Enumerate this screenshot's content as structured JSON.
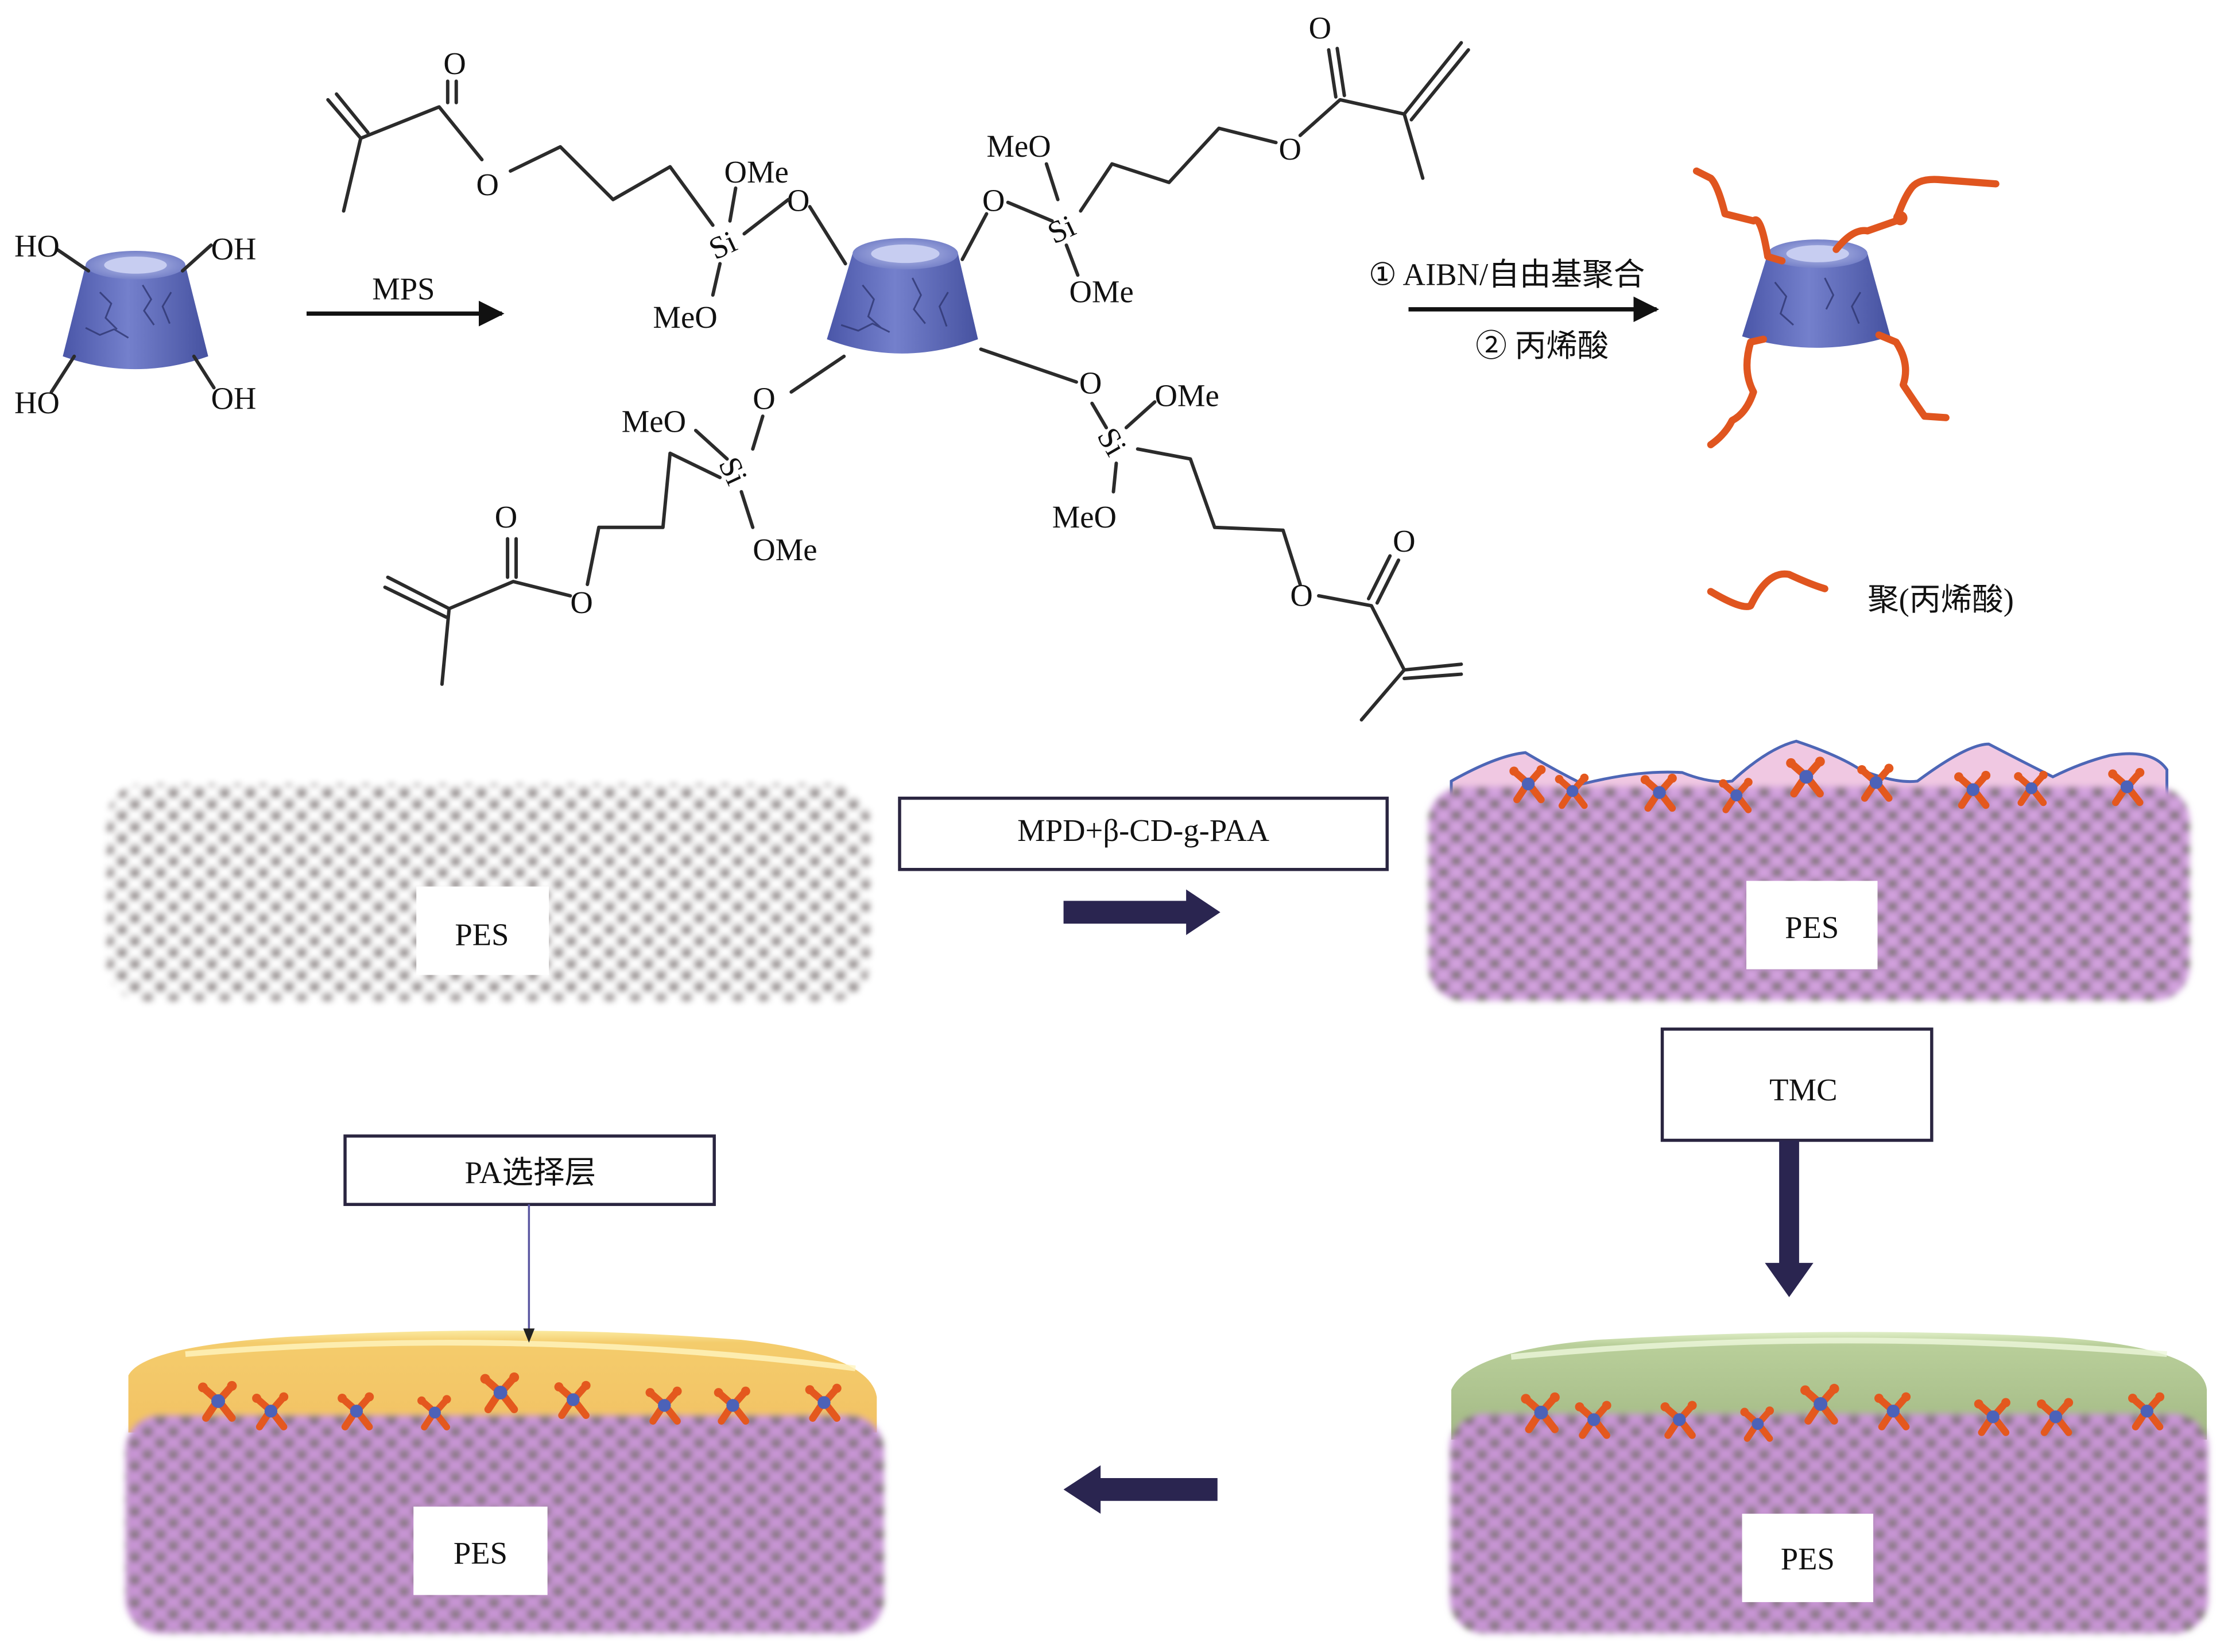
{
  "scheme": {
    "step1": {
      "reactant_labels": [
        "HO",
        "OH",
        "HO",
        "OH"
      ],
      "reagent": "MPS",
      "product_groups": {
        "o_label": "O",
        "si_label": "Si",
        "ome_label": "OMe",
        "meo_label": "MeO",
        "carbonyl_o": "O",
        "ester_o": "O"
      }
    },
    "step2": {
      "condition_1": "① AIBN/自由基聚合",
      "condition_2": "② 丙烯酸"
    },
    "legend": {
      "label": "聚(丙烯酸)",
      "color": "#e0551f"
    }
  },
  "membrane_process": {
    "panel_1": {
      "support_label": "PES"
    },
    "arrow_1_label": "MPD+β-CD-g-PAA",
    "panel_2": {
      "support_label": "PES"
    },
    "arrow_2_label": "TMC",
    "panel_3": {
      "support_label": "PES"
    },
    "panel_4": {
      "support_label": "PES",
      "callout_label": "PA选择层"
    }
  },
  "colors": {
    "cyclodextrin": "#5a66b8",
    "pes_grey": "#7d7272",
    "pes_purple": "#c995d6",
    "aqueous_layer": "#f0c8e2",
    "tmc_layer": "#a9bf8c",
    "pa_layer": "#f2c264",
    "arrow": "#2a2550",
    "graft_chain": "#e0551f"
  }
}
